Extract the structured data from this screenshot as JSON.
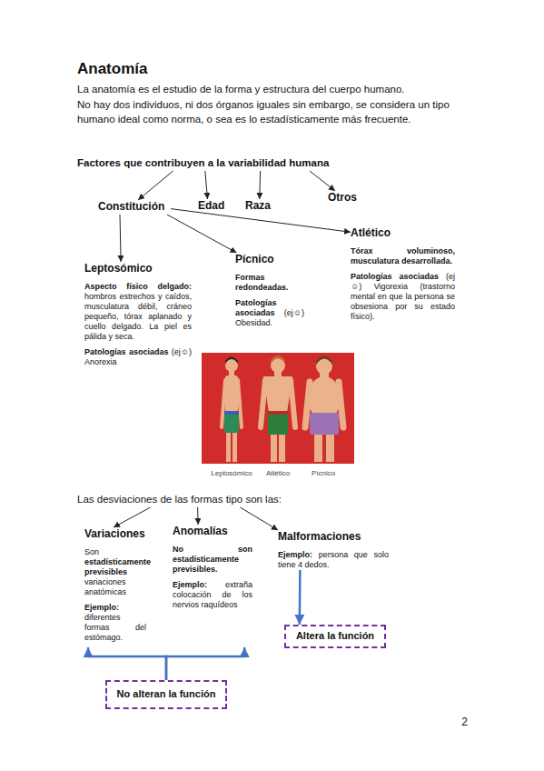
{
  "diagram": {
    "title": "Anatomía",
    "nodes": [
      {
        "text": [
          "Factores que contribuyen a la variabilidad humana"
        ]
      },
      {
        "text": [
          "Constitución"
        ]
      },
      {
        "text": [
          "Edad"
        ]
      },
      {
        "text": [
          "Raza"
        ]
      },
      {
        "text": [
          "Otros"
        ]
      },
      {
        "text": [
          "Leptosómico",
          "Aspecto físico delgado:",
          "hombros estrechos y caídos, musculatura débil, cráneo pequeño, tórax aplanado y cuello delgado. La piel es pálida y seca.",
          "Patologías asociadas",
          "(ej☺) Anorexia"
        ]
      },
      {
        "text": [
          "Pícnico",
          "Formas redondeadas.",
          "Patologías asociadas",
          "(ej☺) Obesidad."
        ]
      },
      {
        "text": [
          "Atlético",
          "Tórax voluminoso, musculatura desarrollada.",
          "Patologías asociadas",
          "(ej☺) Vigorexia (trastorno mental en que la persona se obsesiona por su estado físico)."
        ]
      },
      {
        "text": [
          "Las desviaciones de las formas tipo son las:"
        ]
      },
      {
        "text": [
          "Variaciones",
          "Son",
          "estadísticamente previsibles",
          "variaciones anatómicas",
          "Ejemplo:",
          "diferentes formas del estómago."
        ]
      },
      {
        "text": [
          "Anomalías",
          "No son estadísticamente previsibles.",
          "Ejemplo:",
          "extraña colocación de los nervios raquídeos"
        ]
      },
      {
        "text": [
          "Malformaciones",
          "Ejemplo:",
          "persona que solo tiene 4 dedos."
        ]
      },
      {
        "text": [
          "Altera la función"
        ]
      },
      {
        "text": [
          "No alteran la función"
        ]
      }
    ],
    "edges": [
      {
        "from": 0,
        "to": 1,
        "arrow": "to"
      },
      {
        "from": 0,
        "to": 2,
        "arrow": "to"
      },
      {
        "from": 0,
        "to": 3,
        "arrow": "to"
      },
      {
        "from": 0,
        "to": 4,
        "arrow": "to"
      },
      {
        "from": 1,
        "to": 5,
        "arrow": "to"
      },
      {
        "from": 1,
        "to": 6,
        "arrow": "to"
      },
      {
        "from": 1,
        "to": 7,
        "arrow": "to"
      },
      {
        "from": 8,
        "to": 9,
        "arrow": "to"
      },
      {
        "from": 8,
        "to": 10,
        "arrow": "to"
      },
      {
        "from": 8,
        "to": 11,
        "arrow": "to"
      },
      {
        "from": 11,
        "to": 12,
        "arrow": "to"
      },
      {
        "from": 13,
        "to": 9,
        "arrow": "to"
      },
      {
        "from": 13,
        "to": 10,
        "arrow": "to"
      }
    ],
    "labels": [
      "La anatomía es el estudio de la forma y estructura del cuerpo humano.",
      "No hay dos individuos, ni dos órganos iguales sin embargo, se considera un tipo humano ideal como norma, o sea es lo estadísticamente más frecuente.",
      "Leptosómico",
      "Atlético",
      "Pícnico",
      "2"
    ]
  }
}
